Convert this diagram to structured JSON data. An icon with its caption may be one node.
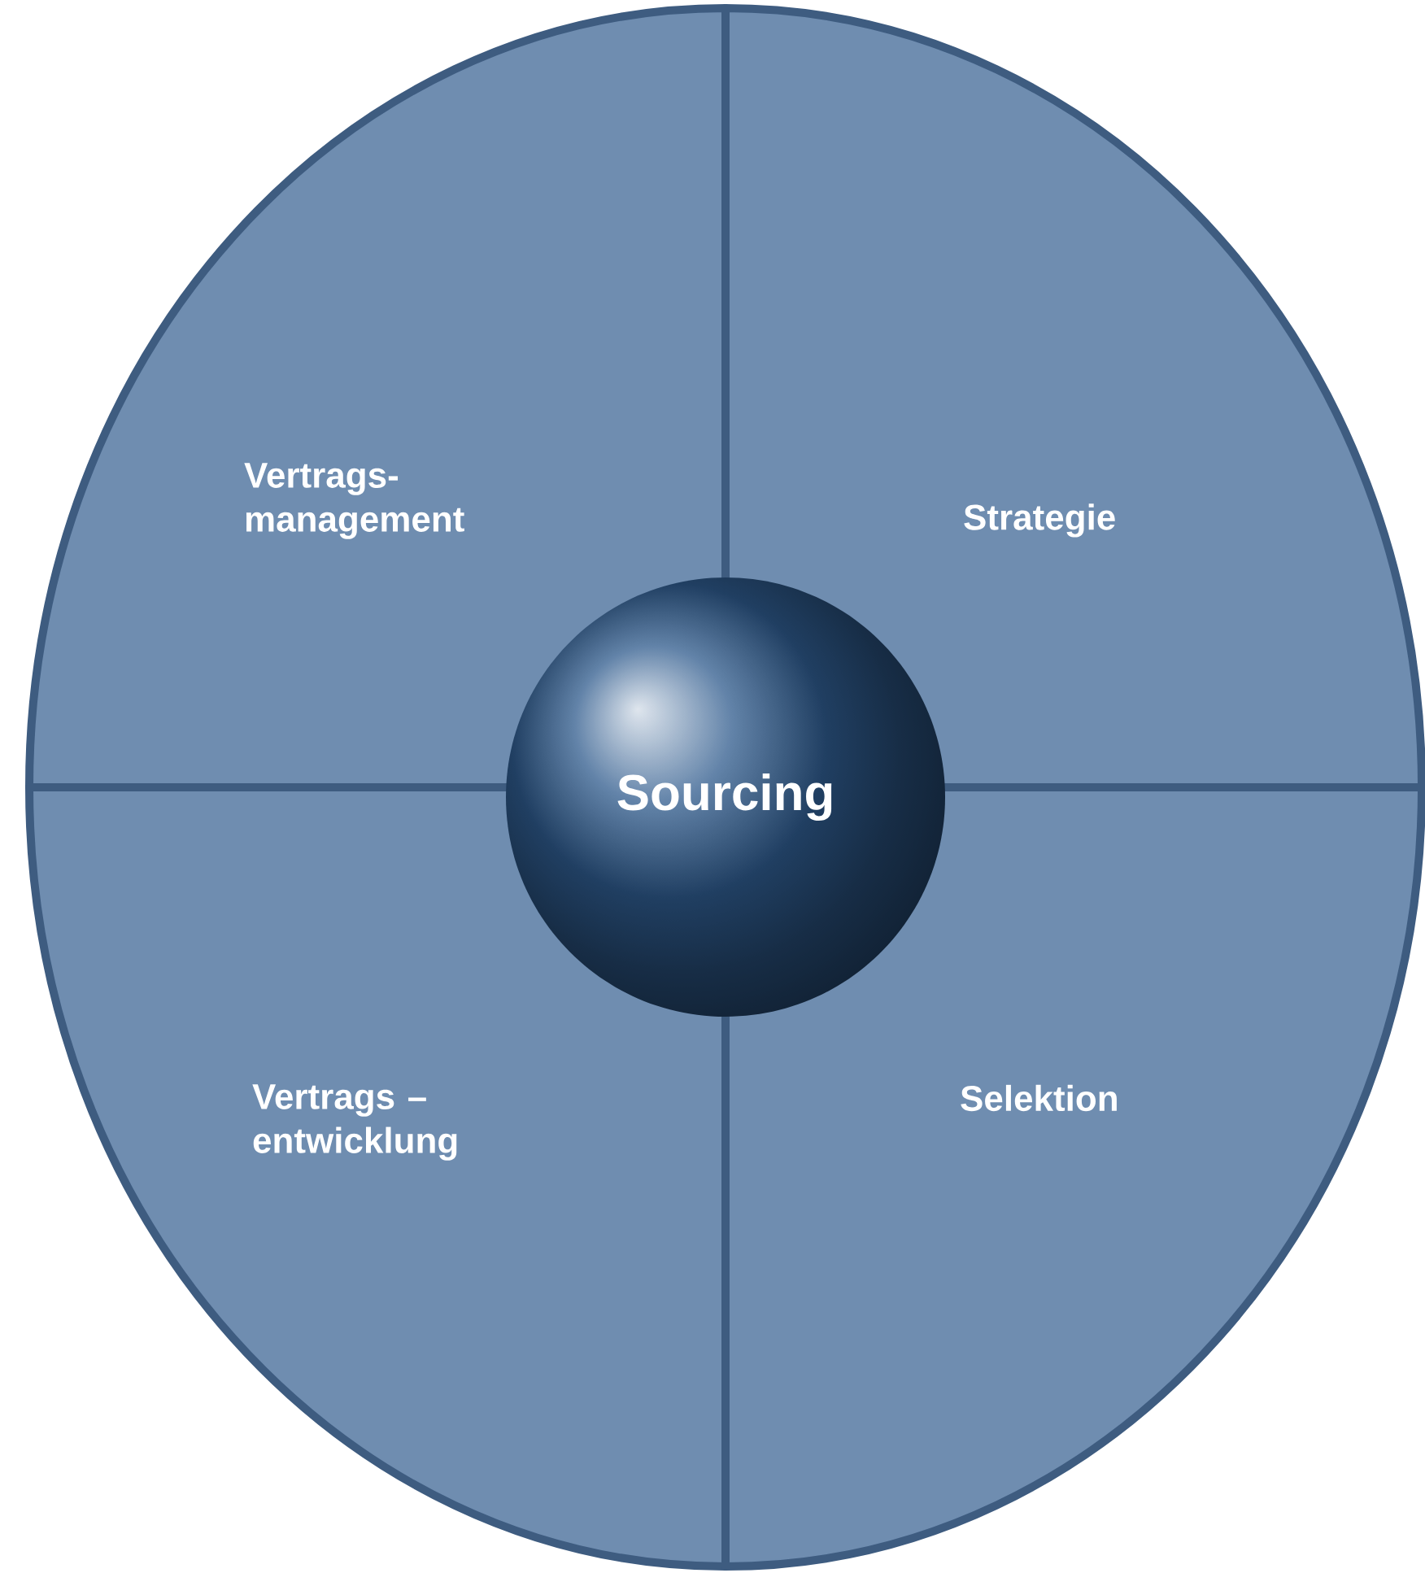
{
  "diagram": {
    "nodes": [
      {
        "text": [
          "Vertrags- management"
        ]
      },
      {
        "text": [
          "Strategie"
        ]
      },
      {
        "text": [
          "Sourcing"
        ]
      },
      {
        "text": [
          "Vertrags – entwicklung"
        ]
      },
      {
        "text": [
          "Selektion"
        ]
      }
    ]
  }
}
